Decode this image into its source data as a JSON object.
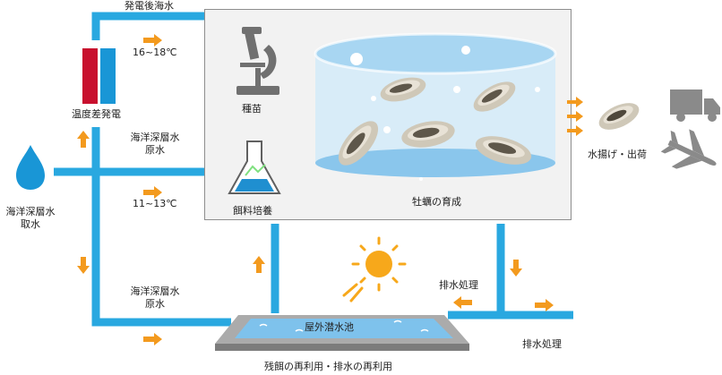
{
  "labels": {
    "power_seawater": "発電後海水",
    "temp_top": "16~18℃",
    "otec": "温度差発電",
    "deep_raw_1_line1": "海洋深層水",
    "deep_raw_1_line2": "原水",
    "temp_mid": "11~13℃",
    "intake_line1": "海洋深層水",
    "intake_line2": "取水",
    "seed": "種苗",
    "feed": "餌料培養",
    "oyster": "牡蠣の育成",
    "harvest": "水揚げ・出荷",
    "drain_1": "排水処理",
    "drain_2": "排水処理",
    "deep_raw_2_line1": "海洋深層水",
    "deep_raw_2_line2": "原水",
    "pond": "屋外潜水池",
    "reuse": "残餌の再利用・排水の再利用"
  },
  "icons": [
    "water-drop-icon",
    "otec-generator-icon",
    "microscope-icon",
    "flask-icon",
    "oyster-tank-icon",
    "oyster-icon",
    "truck-icon",
    "airplane-icon",
    "sun-icon",
    "pond-icon"
  ],
  "colors": {
    "pipe": "#29a8e0",
    "arrow": "#f39a1e",
    "red": "#c8102e",
    "blue": "#1996d6",
    "sun": "#f7a81b",
    "icon_gray": "#8a8a8a"
  }
}
